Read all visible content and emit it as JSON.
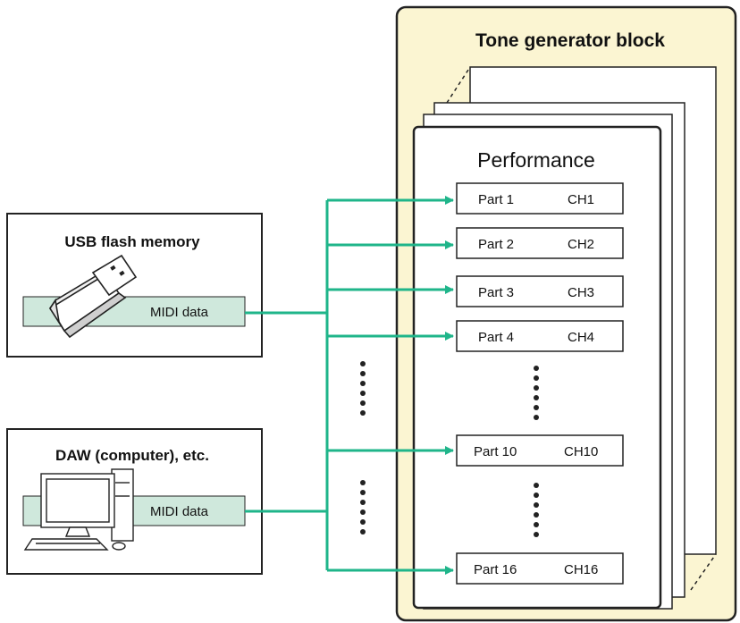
{
  "tone_generator": {
    "title": "Tone generator block",
    "performance_label": "Performance"
  },
  "sources": [
    {
      "title": "USB flash memory",
      "data_label": "MIDI data",
      "icon": "usb-flash-drive-icon"
    },
    {
      "title": "DAW (computer), etc.",
      "data_label": "MIDI data",
      "icon": "desktop-computer-icon"
    }
  ],
  "parts": [
    {
      "part": "Part 1",
      "channel": "CH1"
    },
    {
      "part": "Part 2",
      "channel": "CH2"
    },
    {
      "part": "Part 3",
      "channel": "CH3"
    },
    {
      "part": "Part 4",
      "channel": "CH4"
    },
    {
      "part": "Part 10",
      "channel": "CH10"
    },
    {
      "part": "Part 16",
      "channel": "CH16"
    }
  ],
  "colors": {
    "panel_fill": "#FBF5D2",
    "midi_band": "#CFE8DC",
    "arrow": "#1FB58A",
    "stroke": "#222222"
  }
}
